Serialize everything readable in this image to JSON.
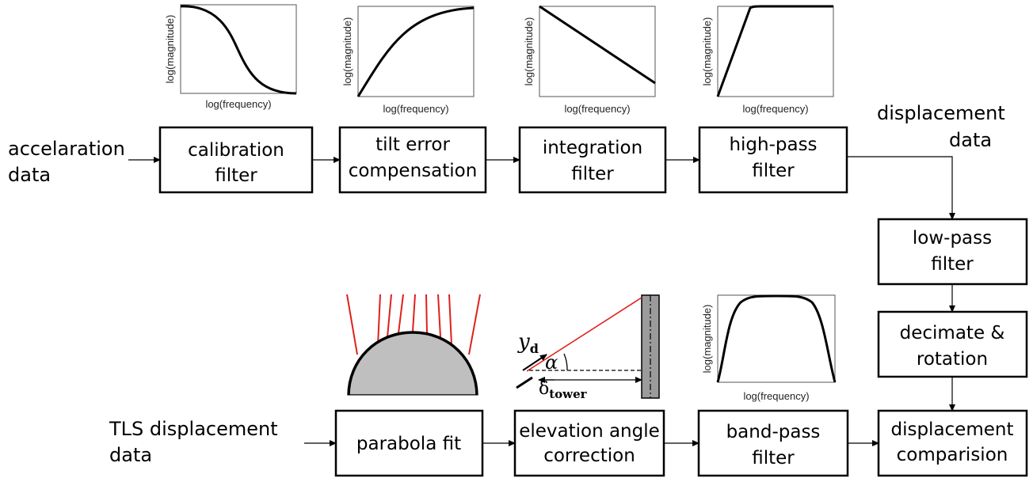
{
  "inputs": {
    "acceleration": [
      "accelaration",
      "data"
    ],
    "tls": [
      "TLS displacement",
      "data"
    ],
    "displacement": [
      "displacement",
      "data"
    ]
  },
  "top_row": [
    {
      "id": "calibration",
      "lines": [
        "calibration",
        "filter"
      ]
    },
    {
      "id": "tilt",
      "lines": [
        "tilt error",
        "compensation"
      ]
    },
    {
      "id": "integration",
      "lines": [
        "integration",
        "filter"
      ]
    },
    {
      "id": "highpass",
      "lines": [
        "high-pass",
        "filter"
      ]
    }
  ],
  "right_column": [
    {
      "id": "lowpass",
      "lines": [
        "low-pass",
        "filter"
      ]
    },
    {
      "id": "decimate",
      "lines": [
        "decimate &",
        "rotation"
      ]
    }
  ],
  "bottom_row": [
    {
      "id": "parabola",
      "lines": [
        "parabola fit"
      ]
    },
    {
      "id": "elevation",
      "lines": [
        "elevation angle",
        "correction"
      ]
    },
    {
      "id": "bandpass",
      "lines": [
        "band-pass",
        "filter"
      ]
    },
    {
      "id": "comparison",
      "lines": [
        "displacement",
        "comparision"
      ]
    }
  ],
  "plots": {
    "xlabel": "log(frequency)",
    "ylabel": "log(magnitude)",
    "shapes": [
      "lowpass",
      "rising",
      "decreasing",
      "highpass",
      "bandpass"
    ]
  },
  "geometry_labels": {
    "yd": "y",
    "yd_sub": "d",
    "alpha": "α",
    "delta": "δ",
    "delta_sub": "tower"
  },
  "colors": {
    "box_stroke": "#000000",
    "laser_line": "#e0201c",
    "cylinder": "#bfbfbf",
    "tower": "#9b9b9b"
  }
}
